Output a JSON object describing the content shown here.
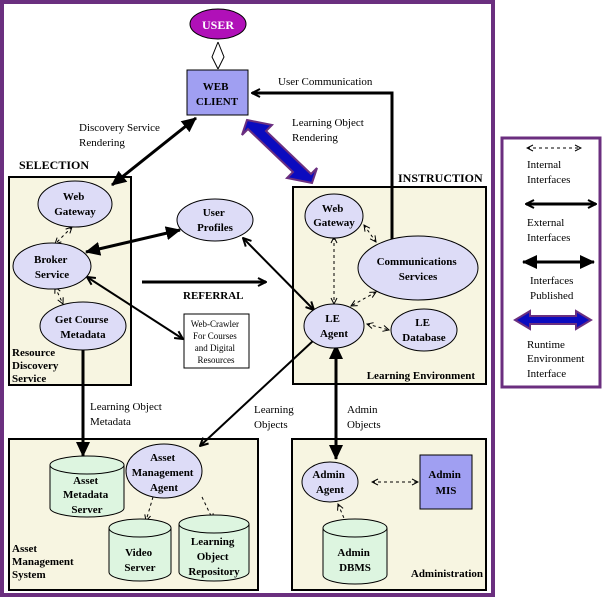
{
  "colors": {
    "frame": "#6b2f7f",
    "panel": "#f7f5e1",
    "ellipse": "#dddcf7",
    "cylinder": "#ddf5e0",
    "box": "#a09ff2",
    "user": "#b010b8",
    "runtime_arrow": "#0b0bbf"
  },
  "nodes": {
    "user": "USER",
    "web_client": [
      "WEB",
      "CLIENT"
    ],
    "sel_web_gateway": [
      "Web",
      "Gateway"
    ],
    "broker_service": [
      "Broker",
      "Service"
    ],
    "get_course_metadata": [
      "Get Course",
      "Metadata"
    ],
    "user_profiles": [
      "User",
      "Profiles"
    ],
    "web_crawler": [
      "Web-Crawler",
      "For Courses",
      "and Digital",
      "Resources"
    ],
    "ins_web_gateway": [
      "Web",
      "Gateway"
    ],
    "communications_services": [
      "Communications",
      "Services"
    ],
    "le_agent": [
      "LE",
      "Agent"
    ],
    "le_database": [
      "LE",
      "Database"
    ],
    "asset_metadata_server": [
      "Asset",
      "Metadata",
      "Server"
    ],
    "asset_management_agent": [
      "Asset",
      "Management",
      "Agent"
    ],
    "video_server": [
      "Video",
      "Server"
    ],
    "learning_object_repository": [
      "Learning",
      "Object",
      "Repository"
    ],
    "admin_agent": [
      "Admin",
      "Agent"
    ],
    "admin_mis": [
      "Admin",
      "MIS"
    ],
    "admin_dbms": [
      "Admin",
      "DBMS"
    ]
  },
  "sections": {
    "selection": "SELECTION",
    "instruction": "INSTRUCTION",
    "resource_discovery": [
      "Resource",
      "Discovery",
      "Service"
    ],
    "learning_environment": "Learning Environment",
    "asset_management": [
      "Asset",
      "Management",
      "System"
    ],
    "administration": "Administration"
  },
  "edge_labels": {
    "user_communication": "User Communication",
    "discovery_rendering": [
      "Discovery Service",
      "Rendering"
    ],
    "lo_rendering": [
      "Learning Object",
      "Rendering"
    ],
    "referral": "REFERRAL",
    "lo_metadata": [
      "Learning Object",
      "Metadata"
    ],
    "learning_objects": [
      "Learning",
      "Objects"
    ],
    "admin_objects": [
      "Admin",
      "Objects"
    ]
  },
  "legend": [
    {
      "kind": "internal",
      "label": [
        "Internal",
        "Interfaces"
      ]
    },
    {
      "kind": "external",
      "label": [
        "External",
        "Interfaces"
      ]
    },
    {
      "kind": "published",
      "label": [
        "Interfaces",
        "Published"
      ]
    },
    {
      "kind": "runtime",
      "label": [
        "Runtime",
        "Environment",
        "Interface"
      ]
    }
  ]
}
